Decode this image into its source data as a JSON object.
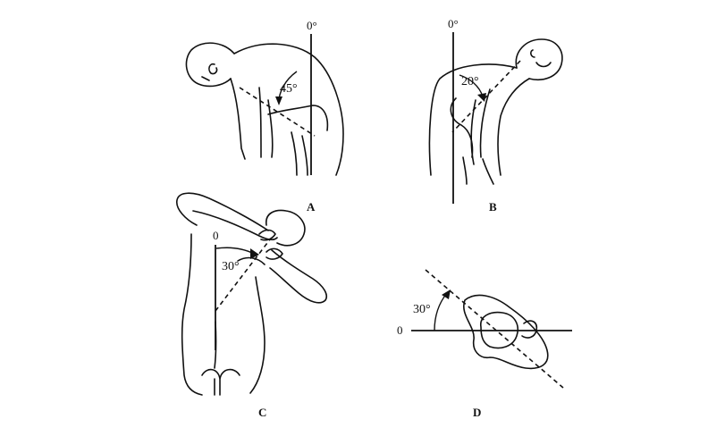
{
  "panels": [
    {
      "label": "A",
      "zero": "0°",
      "angle": "45°"
    },
    {
      "label": "B",
      "zero": "0°",
      "angle": "20°"
    },
    {
      "label": "C",
      "zero": "0",
      "angle": "30°"
    },
    {
      "label": "D",
      "zero": "0",
      "angle": "30°"
    }
  ]
}
